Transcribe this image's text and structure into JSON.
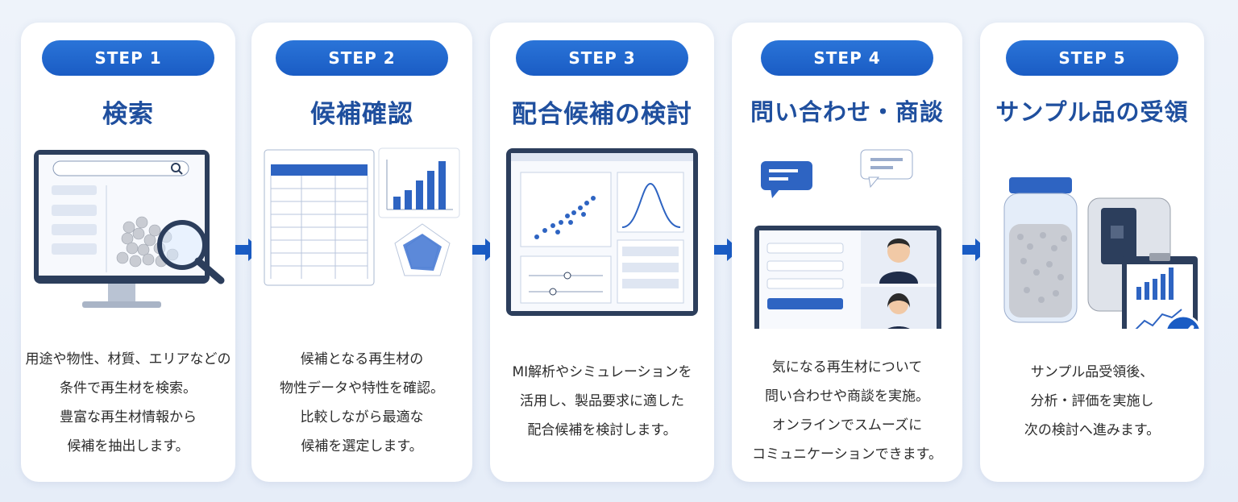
{
  "steps": [
    {
      "label": "STEP 1",
      "title": "検索",
      "desc": [
        "用途や物性、材質、エリアなどの",
        "条件で再生材を検索。",
        "豊富な再生材情報から",
        "候補を抽出します。"
      ]
    },
    {
      "label": "STEP 2",
      "title": "候補確認",
      "desc": [
        "候補となる再生材の",
        "物性データや特性を確認。",
        "比較しながら最適な",
        "候補を選定します。"
      ]
    },
    {
      "label": "STEP 3",
      "title": "配合候補の検討",
      "desc": [
        "MI解析やシミュレーションを",
        "活用し、製品要求に適した",
        "配合候補を検討します。"
      ]
    },
    {
      "label": "STEP 4",
      "title": "問い合わせ・商談",
      "desc": [
        "気になる再生材について",
        "問い合わせや商談を実施。",
        "オンラインでスムーズに",
        "コミュニケーションできます。"
      ]
    },
    {
      "label": "STEP 5",
      "title": "サンプル品の受領",
      "desc": [
        "サンプル品受領後、",
        "分析・評価を実施し",
        "次の検討へ進みます。"
      ]
    }
  ],
  "colors": {
    "accent": "#1a5cc4",
    "title": "#1f4f9e",
    "card": "#ffffff"
  }
}
